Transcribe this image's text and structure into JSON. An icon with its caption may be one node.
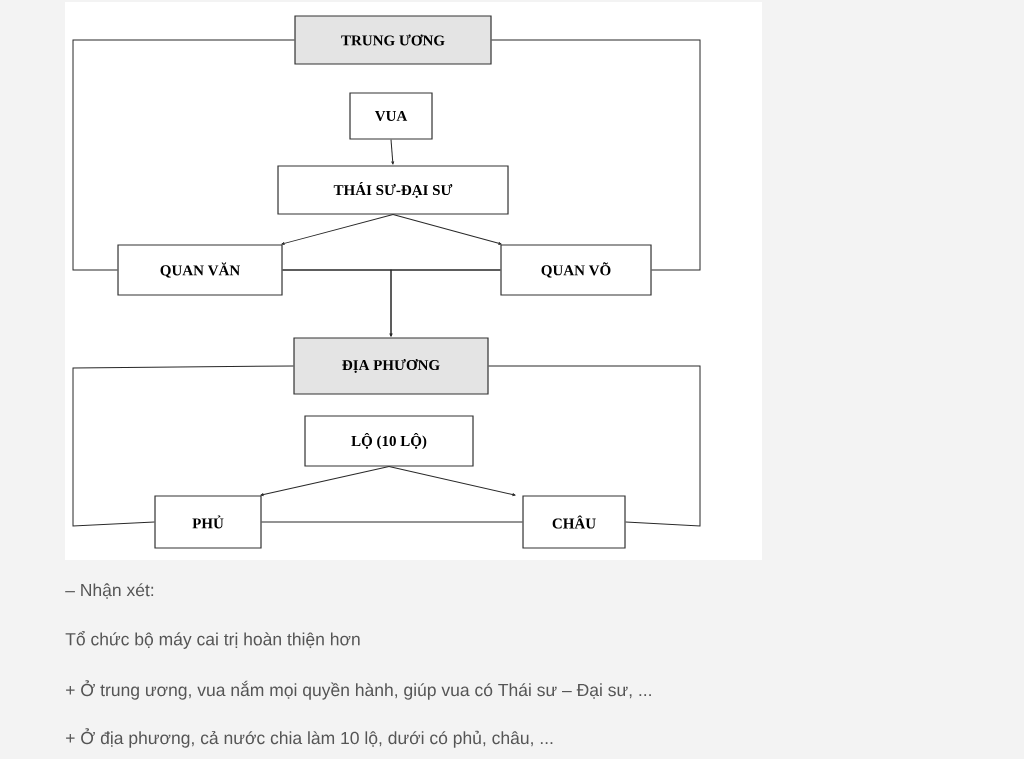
{
  "diagram": {
    "nodes": [
      {
        "text": [
          "TRUNG ƯƠNG"
        ]
      },
      {
        "text": [
          "VUA"
        ]
      },
      {
        "text": [
          "THÁI SƯ-ĐẠI SƯ"
        ]
      },
      {
        "text": [
          "QUAN VĂN"
        ]
      },
      {
        "text": [
          "QUAN VÕ"
        ]
      },
      {
        "text": [
          "ĐỊA PHƯƠNG"
        ]
      },
      {
        "text": [
          "LỘ (10 LỘ)"
        ]
      },
      {
        "text": [
          "PHỦ"
        ]
      },
      {
        "text": [
          "CHÂU"
        ]
      }
    ],
    "edges": [
      {
        "from": 0,
        "to": 3,
        "arrow": "none"
      },
      {
        "from": 0,
        "to": 4,
        "arrow": "none"
      },
      {
        "from": 1,
        "to": 2,
        "arrow": "to"
      },
      {
        "from": 2,
        "to": 3,
        "arrow": "to"
      },
      {
        "from": 2,
        "to": 4,
        "arrow": "to"
      },
      {
        "from": 3,
        "to": 4,
        "arrow": "none"
      },
      {
        "from": 3,
        "to": 5,
        "arrow": "to"
      },
      {
        "from": 4,
        "to": 5,
        "arrow": "to"
      },
      {
        "from": 5,
        "to": 7,
        "arrow": "none"
      },
      {
        "from": 5,
        "to": 8,
        "arrow": "none"
      },
      {
        "from": 6,
        "to": 7,
        "arrow": "to"
      },
      {
        "from": 6,
        "to": 8,
        "arrow": "to"
      },
      {
        "from": 7,
        "to": 8,
        "arrow": "none"
      }
    ],
    "labels": [
      "– Nhận xét:",
      "Tổ chức bộ máy cai trị hoàn thiện hơn",
      "+ Ở trung ương, vua nắm mọi quyền hành, giúp vua có Thái sư – Đại sư, ...",
      "+ Ở địa phương, cả nước chia làm 10 lộ, dưới có phủ, châu, ..."
    ]
  }
}
